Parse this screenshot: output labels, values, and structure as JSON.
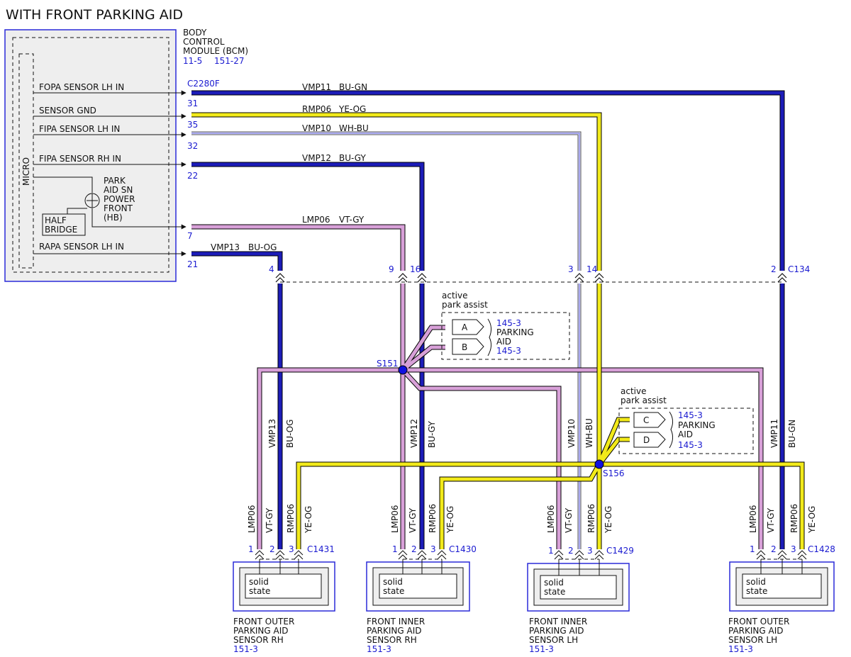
{
  "title": "WITH FRONT PARKING AID",
  "bcm": {
    "name": [
      "BODY",
      "CONTROL",
      "MODULE (BCM)"
    ],
    "refs": [
      "11-5",
      "151-27"
    ],
    "micro": "MICRO",
    "connector": "C2280F",
    "inputs": [
      "FOPA SENSOR LH IN",
      "SENSOR GND",
      "FIPA SENSOR LH IN",
      "FIPA SENSOR RH IN",
      "RAPA SENSOR LH IN"
    ],
    "power": [
      "PARK",
      "AID SN",
      "POWER",
      "FRONT",
      "(HB)"
    ],
    "half_bridge": [
      "HALF",
      "BRIDGE"
    ]
  },
  "pins": [
    "31",
    "35",
    "32",
    "22",
    "7",
    "21"
  ],
  "wires": [
    {
      "circuit": "VMP11",
      "color": "BU-GN"
    },
    {
      "circuit": "RMP06",
      "color": "YE-OG"
    },
    {
      "circuit": "VMP10",
      "color": "WH-BU"
    },
    {
      "circuit": "VMP12",
      "color": "BU-GY"
    },
    {
      "circuit": "LMP06",
      "color": "VT-GY"
    },
    {
      "circuit": "VMP13",
      "color": "BU-OG"
    }
  ],
  "c134": {
    "name": "C134",
    "pins": [
      "4",
      "9",
      "16",
      "3",
      "14",
      "2"
    ]
  },
  "splices": [
    "S151",
    "S156"
  ],
  "park_assist_1": {
    "label": [
      "active",
      "park assist"
    ],
    "pins": [
      "A",
      "B"
    ],
    "ref_top": "145-3",
    "desc": [
      "PARKING",
      "AID"
    ],
    "ref_bottom": "145-3"
  },
  "park_assist_2": {
    "label": [
      "active",
      "park assist"
    ],
    "pins": [
      "C",
      "D"
    ],
    "ref_top": "145-3",
    "desc": [
      "PARKING",
      "AID"
    ],
    "ref_bottom": "145-3"
  },
  "vertical_labels": [
    "VMP13",
    "BU-OG",
    "VMP12",
    "BU-GY",
    "VMP10",
    "WH-BU",
    "VMP11",
    "BU-GN"
  ],
  "sensor_wire_labels": [
    "LMP06",
    "VT-GY",
    "RMP06",
    "YE-OG"
  ],
  "sensor_pins": [
    "1",
    "2",
    "3"
  ],
  "sensors": [
    {
      "connector": "C1431",
      "name": [
        "FRONT OUTER",
        "PARKING AID",
        "SENSOR RH"
      ],
      "ref": "151-3"
    },
    {
      "connector": "C1430",
      "name": [
        "FRONT INNER",
        "PARKING AID",
        "SENSOR RH"
      ],
      "ref": "151-3"
    },
    {
      "connector": "C1429",
      "name": [
        "FRONT INNER",
        "PARKING AID",
        "SENSOR LH"
      ],
      "ref": "151-3"
    },
    {
      "connector": "C1428",
      "name": [
        "FRONT OUTER",
        "PARKING AID",
        "SENSOR LH"
      ],
      "ref": "151-3"
    }
  ],
  "solid_state": [
    "solid",
    "state"
  ],
  "colors": {
    "blue": "#1c1cb8",
    "yellow": "#f2ea1a",
    "violet": "#d8a0d8",
    "wh_bu": "#c8c8f0",
    "text_blue": "#1a1ad0"
  }
}
